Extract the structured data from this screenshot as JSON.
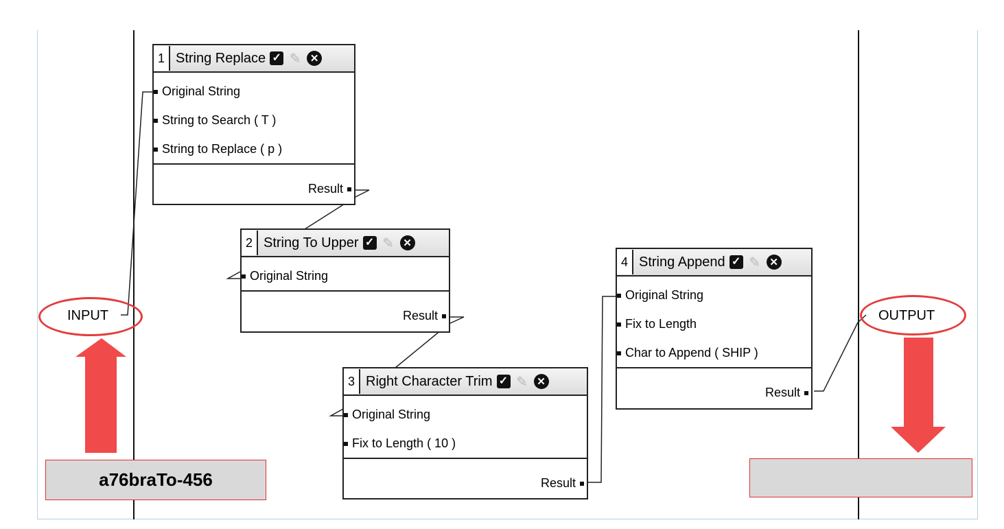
{
  "nodes": [
    {
      "num": "1",
      "title": "String Replace",
      "inputs": [
        "Original String",
        "String to Search ( T )",
        "String to Replace ( p )"
      ],
      "output": "Result"
    },
    {
      "num": "2",
      "title": "String To Upper",
      "inputs": [
        "Original String"
      ],
      "output": "Result"
    },
    {
      "num": "3",
      "title": "Right Character Trim",
      "inputs": [
        "Original String",
        "Fix to Length ( 10 )"
      ],
      "output": "Result"
    },
    {
      "num": "4",
      "title": "String Append",
      "inputs": [
        "Original String",
        "Fix to Length",
        "Char to Append ( SHIP )"
      ],
      "output": "Result"
    }
  ],
  "input_label": "INPUT",
  "output_label": "OUTPUT",
  "input_value": "a76braTo-456",
  "output_value": "",
  "colors": {
    "highlight": "#e23d3d",
    "arrow": "#f04a4a",
    "value_box": "#d9d9d9"
  },
  "icons": {
    "check": "check-square-icon",
    "edit": "pencil-icon",
    "close": "close-circle-icon"
  }
}
